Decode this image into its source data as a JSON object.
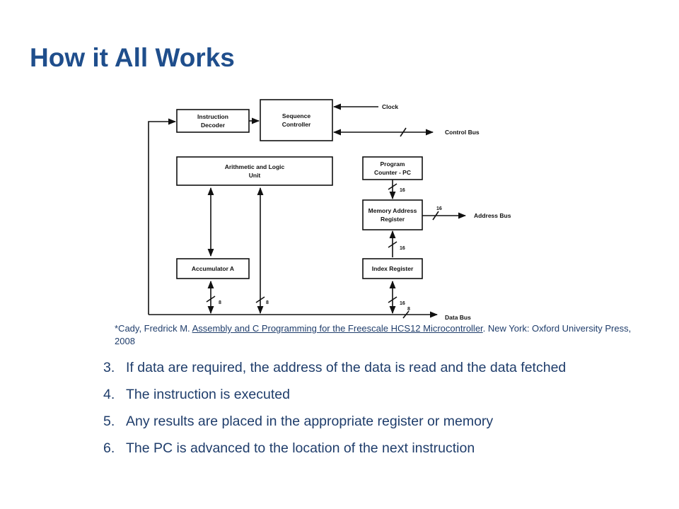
{
  "slide": {
    "title": "How it All Works"
  },
  "diagram": {
    "blocks": {
      "instruction_decoder": [
        "Instruction",
        "Decoder"
      ],
      "sequence_controller": [
        "Sequence",
        "Controller"
      ],
      "alu": [
        "Arithmetic and Logic",
        "Unit"
      ],
      "program_counter": [
        "Program",
        "Counter - PC"
      ],
      "memory_address_register": [
        "Memory Address",
        "Register"
      ],
      "accumulator_a": [
        "Accumulator A"
      ],
      "index_register": [
        "Index Register"
      ]
    },
    "buses": {
      "clock": "Clock",
      "control_bus": "Control Bus",
      "address_bus": "Address Bus",
      "data_bus": "Data Bus"
    },
    "widths": {
      "pc_to_mar": "16",
      "mar_to_address_bus": "16",
      "index_to_mar": "16",
      "index_to_data_bus": "16",
      "accumulator_to_data_bus": "8",
      "alu_to_data_bus": "8",
      "data_bus_tail": "8"
    }
  },
  "citation": {
    "prefix": "*Cady, Fredrick M. ",
    "book_title": "Assembly and C Programming for the Freescale HCS12 Microcontroller",
    "suffix": ". New York: Oxford University Press, 2008"
  },
  "steps": [
    {
      "number": "3.",
      "text": "If data are required, the address of the data is read and the data fetched"
    },
    {
      "number": "4.",
      "text": "The instruction is executed"
    },
    {
      "number": "5.",
      "text": "Any results are placed in the appropriate register or memory"
    },
    {
      "number": "6.",
      "text": "The PC is advanced to the location of the next instruction"
    }
  ],
  "colors": {
    "title": "#1f4e8c",
    "body_text": "#1f3d6b",
    "diagram_ink": "#111111"
  }
}
